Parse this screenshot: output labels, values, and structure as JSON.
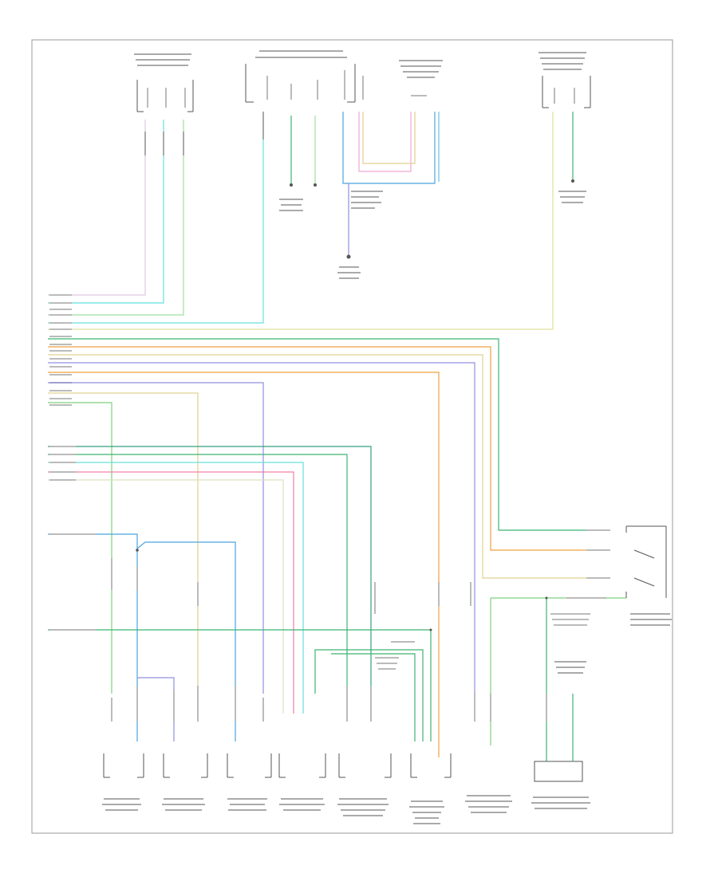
{
  "diagram": {
    "page_id": "",
    "colors": {
      "frame": "#999999",
      "connector": "#555555",
      "text": "#444444",
      "wire_cyan": "#66e0e0",
      "wire_green": "#3cb371",
      "wire_tan": "#e0d090",
      "wire_orange": "#f0a040",
      "wire_pink": "#f080a0",
      "wire_violet": "#9090e0",
      "wire_blue": "#4aa3df",
      "wire_lime": "#7ed07e",
      "wire_teal": "#33a080"
    },
    "components": [
      {
        "id": "rr-door-speaker",
        "label": ""
      },
      {
        "id": "lr-speaker-module",
        "label": ""
      },
      {
        "id": "radio-module",
        "label": ""
      },
      {
        "id": "lr-door-speaker",
        "label": ""
      },
      {
        "id": "rr-speaker",
        "label": ""
      },
      {
        "id": "lr-speaker",
        "label": ""
      },
      {
        "id": "left-tweeter",
        "label": ""
      },
      {
        "id": "amplifier",
        "label": ""
      },
      {
        "id": "subwoofer",
        "label": ""
      },
      {
        "id": "antenna-module",
        "label": ""
      },
      {
        "id": "right-speaker",
        "label": ""
      },
      {
        "id": "instrument-panel",
        "label": ""
      }
    ],
    "ground_labels": [
      {
        "id": "ground-1",
        "label": ""
      },
      {
        "id": "ground-2",
        "label": ""
      },
      {
        "id": "ground-3",
        "label": ""
      }
    ]
  }
}
